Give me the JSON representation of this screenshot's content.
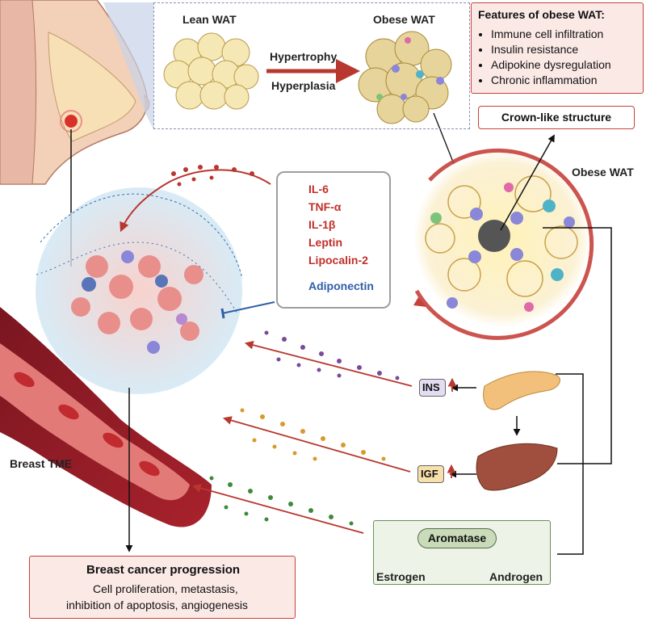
{
  "labels": {
    "lean_wat": "Lean WAT",
    "obese_wat_top": "Obese WAT",
    "obese_wat_right": "Obese WAT",
    "hypertrophy": "Hypertrophy",
    "hyperplasia": "Hyperplasia",
    "crown_like": "Crown-like structure",
    "breast_tme": "Breast TME",
    "ins": "INS",
    "igf": "IGF",
    "aromatase": "Aromatase",
    "estrogen": "Estrogen",
    "androgen": "Androgen"
  },
  "features": {
    "title": "Features of obese WAT:",
    "items": [
      "Immune cell infiltration",
      "Insulin resistance",
      "Adipokine dysregulation",
      "Chronic inflammation"
    ]
  },
  "cytokines": {
    "up": [
      "IL-6",
      "TNF-α",
      "IL-1β",
      "Leptin",
      "Lipocalin-2"
    ],
    "down": "Adiponectin"
  },
  "progression": {
    "title": "Breast cancer progression",
    "line1": "Cell proliferation, metastasis,",
    "line2": "inhibition of apoptosis, angiogenesis"
  },
  "colors": {
    "accent_red": "#c7413b",
    "arrow_red": "#b8372f",
    "adiponectin_blue": "#2f5fa8",
    "adipocyte_fill": "#f6e8b4",
    "insulin_purple": "#7a4a9a",
    "igf_orange": "#d89a2a",
    "estrogen_green": "#3f8a3a"
  }
}
